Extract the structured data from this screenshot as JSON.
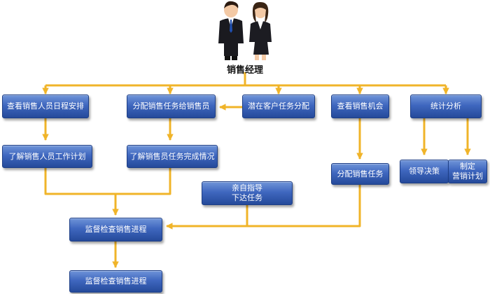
{
  "manager": {
    "title": "销售经理",
    "icon": "business-people-icon"
  },
  "colors": {
    "connector": "#f0b429",
    "box_top": "#6f94d8",
    "box_bottom": "#254a9a",
    "box_text": "#ffffff"
  },
  "boxes": {
    "check_schedule": "查看销售人员日程安排",
    "assign_tasks": "分配销售任务给销售员",
    "potential_clients": "潜在客户任务分配",
    "view_opportunities": "查看销售机会",
    "statistics": "统计分析",
    "work_plan": "了解销售人员工作计划",
    "task_completion": "了解销售员任务完成情况",
    "personal_guidance": "亲自指导\n下达任务",
    "distribute_tasks": "分配销售任务",
    "leader_decision": "领导决策",
    "marketing_plan": "制定\n营销计划",
    "monitor_progress_1": "监督检查销售进程",
    "monitor_progress_2": "监督检查销售进程"
  }
}
